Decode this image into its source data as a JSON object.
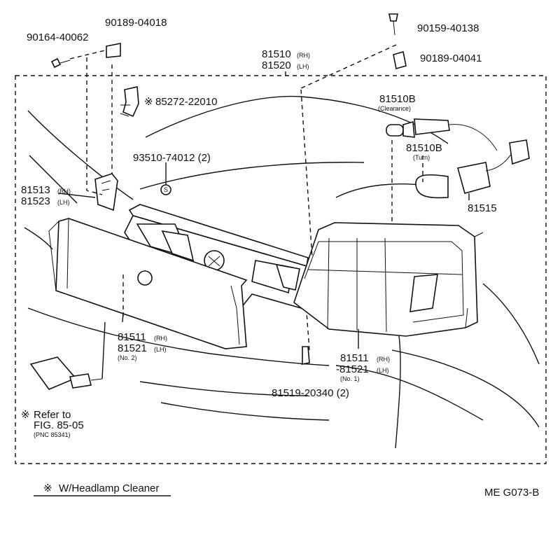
{
  "callouts": {
    "p90189_04018": "90189-04018",
    "p90164_40062": "90164-40062",
    "p90159_40138": "90159-40138",
    "p90189_04041": "90189-04041",
    "p81510_a": "81510",
    "p81510_a_side": "(RH)",
    "p81520": "81520",
    "p81520_side": "(LH)",
    "p85272": "85272-22010",
    "p81510b_1": "81510B",
    "clearance": "(Clearance)",
    "p93510": "93510-74012 (2)",
    "p81510b_2": "81510B",
    "turn": "(Turn)",
    "p81513": "81513",
    "p81513_side": "(RH)",
    "p81523": "81523",
    "p81523_side": "(LH)",
    "p81515": "81515",
    "p81511_a": "81511",
    "p81511_a_side": "(RH)",
    "p81521_a": "81521",
    "p81521_a_side": "(LH)",
    "no2": "(No. 2)",
    "p81511_b": "81511",
    "p81511_b_side": "(RH)",
    "p81521_b": "-81521",
    "p81521_b_side": "(LH)",
    "no1": "(No. 1)",
    "p81519": "81519-20340 (2)",
    "refer1": "Refer to",
    "refer2": "FIG. 85-05",
    "refer3": "(PNC 85341)",
    "s_mark": "S"
  },
  "legend": {
    "symbol": "※",
    "text": "W/Headlamp Cleaner"
  },
  "code": "ME G073-B"
}
